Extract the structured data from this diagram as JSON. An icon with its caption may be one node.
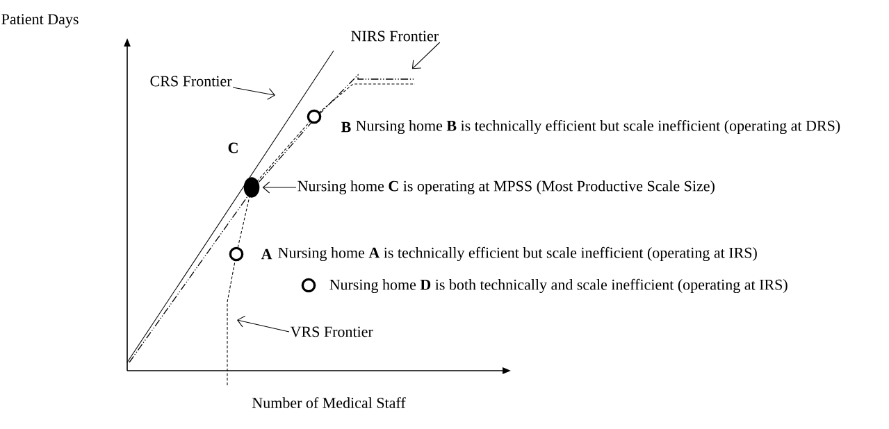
{
  "diagram": {
    "nodes": [
      {
        "text": [
          "CRS Frontier"
        ]
      },
      {
        "text": [
          "NIRS Frontier"
        ]
      },
      {
        "text": [],
        "shape": "circle",
        "beside": [
          "B",
          "Nursing home **B** is technically efficient but scale inefficient (operating at DRS)"
        ]
      },
      {
        "text": [],
        "shape": "dot",
        "beside": [
          "C"
        ]
      },
      {
        "text": [
          "Nursing home **C** is operating at MPSS (Most Productive Scale Size)"
        ]
      },
      {
        "text": [],
        "shape": "circle",
        "beside": [
          "A",
          "Nursing home **A** is technically efficient but scale inefficient (operating at IRS)"
        ]
      },
      {
        "text": [],
        "shape": "circle",
        "beside": [
          "Nursing home **D** is both technically and scale inefficient (operating at IRS)"
        ]
      },
      {
        "text": [
          "VRS Frontier"
        ]
      }
    ],
    "edges": [
      {
        "from": 0,
        "to": null,
        "arrow": "to"
      },
      {
        "from": 1,
        "to": null,
        "arrow": "to"
      },
      {
        "from": 4,
        "to": 3,
        "arrow": "to"
      },
      {
        "from": 7,
        "to": null,
        "arrow": "to"
      }
    ],
    "labels": [
      "Patient Days",
      "Number of Medical Staff"
    ]
  }
}
